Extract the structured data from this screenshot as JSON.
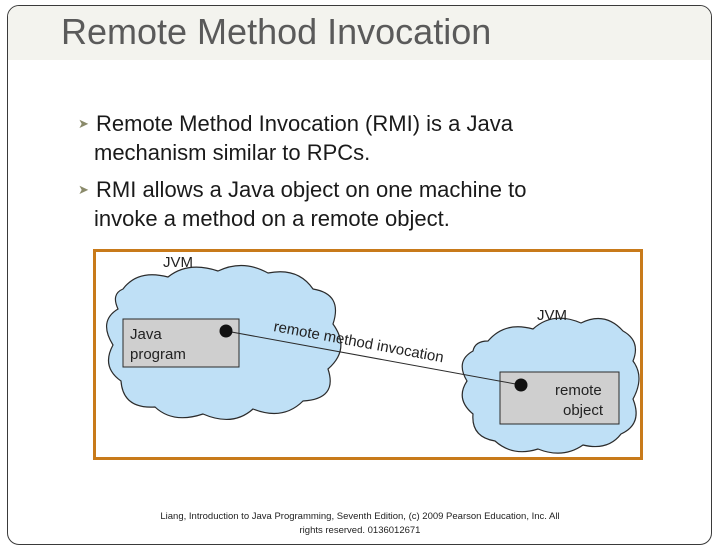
{
  "slide": {
    "title": "Remote Method Invocation",
    "bullets": [
      {
        "line1": "Remote Method Invocation (RMI) is a Java",
        "line2": "mechanism similar to RPCs."
      },
      {
        "line1": "RMI allows a Java object on one machine to",
        "line2": "invoke a method on a remote object."
      }
    ],
    "bullet_icon": "bullet-arrow-icon"
  },
  "diagram": {
    "jvm_left_label": "JVM",
    "jvm_right_label": "JVM",
    "java_program_line1": "Java",
    "java_program_line2": "program",
    "remote_object_line1": "remote",
    "remote_object_line2": "object",
    "connection_label": "remote method invocation",
    "colors": {
      "frame": "#c87a1a",
      "cloud": "#bfe0f6",
      "cloud_outline": "#2b2b2b",
      "box": "#cfcfcf"
    }
  },
  "footer": {
    "line1": "Liang, Introduction to Java Programming, Seventh Edition, (c) 2009 Pearson Education, Inc. All",
    "line2": "rights reserved. 0136012671"
  }
}
